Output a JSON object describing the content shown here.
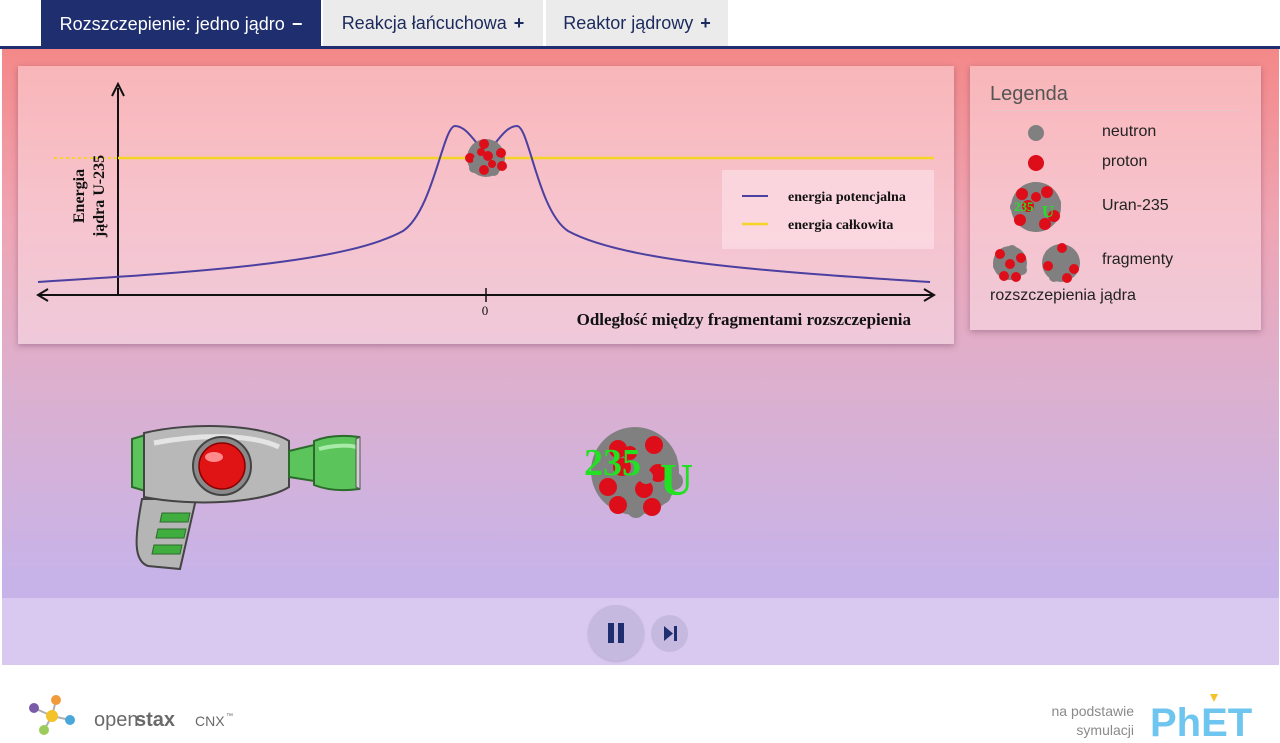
{
  "tabs": [
    {
      "label": "Rozszczepienie: jedno jądro",
      "sign": "−",
      "active": true
    },
    {
      "label": "Reakcja łańcuchowa",
      "sign": "+",
      "active": false
    },
    {
      "label": "Reaktor jądrowy",
      "sign": "+",
      "active": false
    }
  ],
  "graph": {
    "ylabel_line1": "Energia",
    "ylabel_line2": "jądra U-235",
    "xlabel": "Odległość między fragmentami rozszczepienia",
    "origin_tick": "0",
    "legend": [
      {
        "label": "energia potencjalna",
        "color": "#4b3fa0"
      },
      {
        "label": "energia całkowita",
        "color": "#f5d327"
      }
    ]
  },
  "legend": {
    "title": "Legenda",
    "items": [
      {
        "label": "neutron",
        "icon": "neutron-icon"
      },
      {
        "label": "proton",
        "icon": "proton-icon"
      },
      {
        "label": "Uran-235",
        "icon": "uranium-icon"
      },
      {
        "label": "fragmenty",
        "icon": "fragments-icon"
      }
    ],
    "fragments_line2": "rozszczepienia jądra"
  },
  "nucleus": {
    "mass": "235",
    "symbol": "U"
  },
  "mini_nucleus": {
    "mass": "235",
    "symbol": "U"
  },
  "controls": {
    "pause_icon": "pause-icon",
    "step_icon": "step-icon"
  },
  "footer": {
    "openstax_open": "open",
    "openstax_stax": "stax",
    "openstax_cnx": "CNX",
    "tm": "™",
    "credit_line1": "na podstawie",
    "credit_line2": "symulacji",
    "phet": "PhET"
  },
  "colors": {
    "tab_active_bg": "#1e2e6e",
    "tab_bg": "#ebebeb",
    "neutron": "#808080",
    "proton": "#dd0e1a",
    "label_green": "#22e022",
    "potential_line": "#4b3fa0",
    "total_line": "#f5d327",
    "phet_blue": "#6ec6f0"
  }
}
